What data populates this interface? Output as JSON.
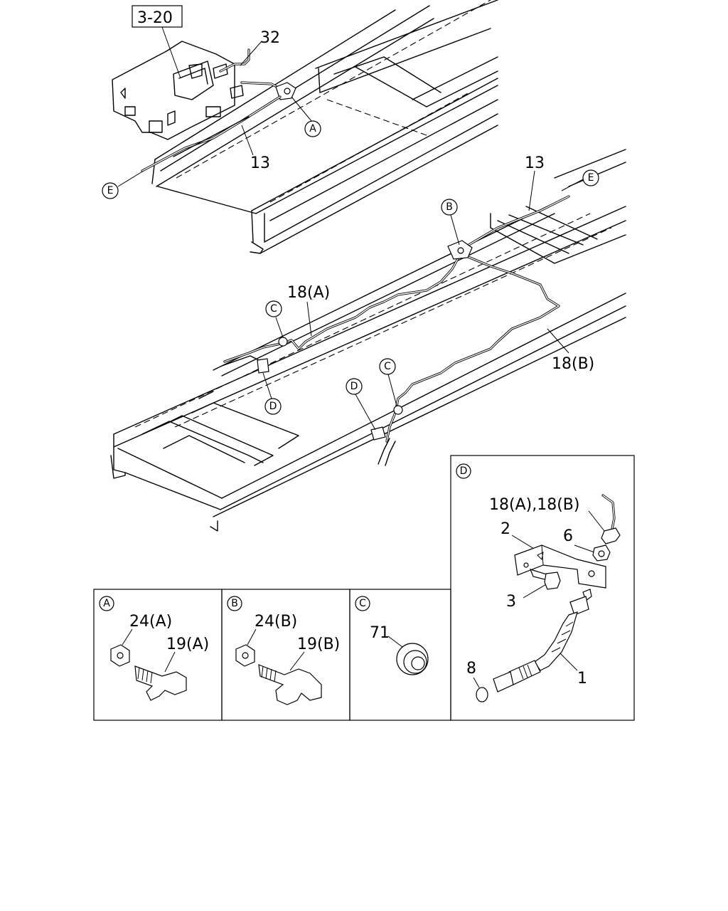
{
  "diagram": {
    "ref_box": "3-20",
    "main_labels": {
      "n32": "32",
      "n13_top": "13",
      "n13_right": "13",
      "n18a": "18(A)",
      "n18b": "18(B)"
    },
    "markers": {
      "A": "A",
      "B": "B",
      "C": "C",
      "D": "D",
      "E": "E"
    },
    "detail_A": {
      "marker": "A",
      "nut": "24(A)",
      "fitting": "19(A)"
    },
    "detail_B": {
      "marker": "B",
      "nut": "24(B)",
      "fitting": "19(B)"
    },
    "detail_C": {
      "marker": "C",
      "grommet": "71"
    },
    "detail_D": {
      "marker": "D",
      "pipes": "18(A),18(B)",
      "bracket": "2",
      "nut": "6",
      "bolt": "3",
      "hose": "1",
      "ring": "8"
    }
  }
}
